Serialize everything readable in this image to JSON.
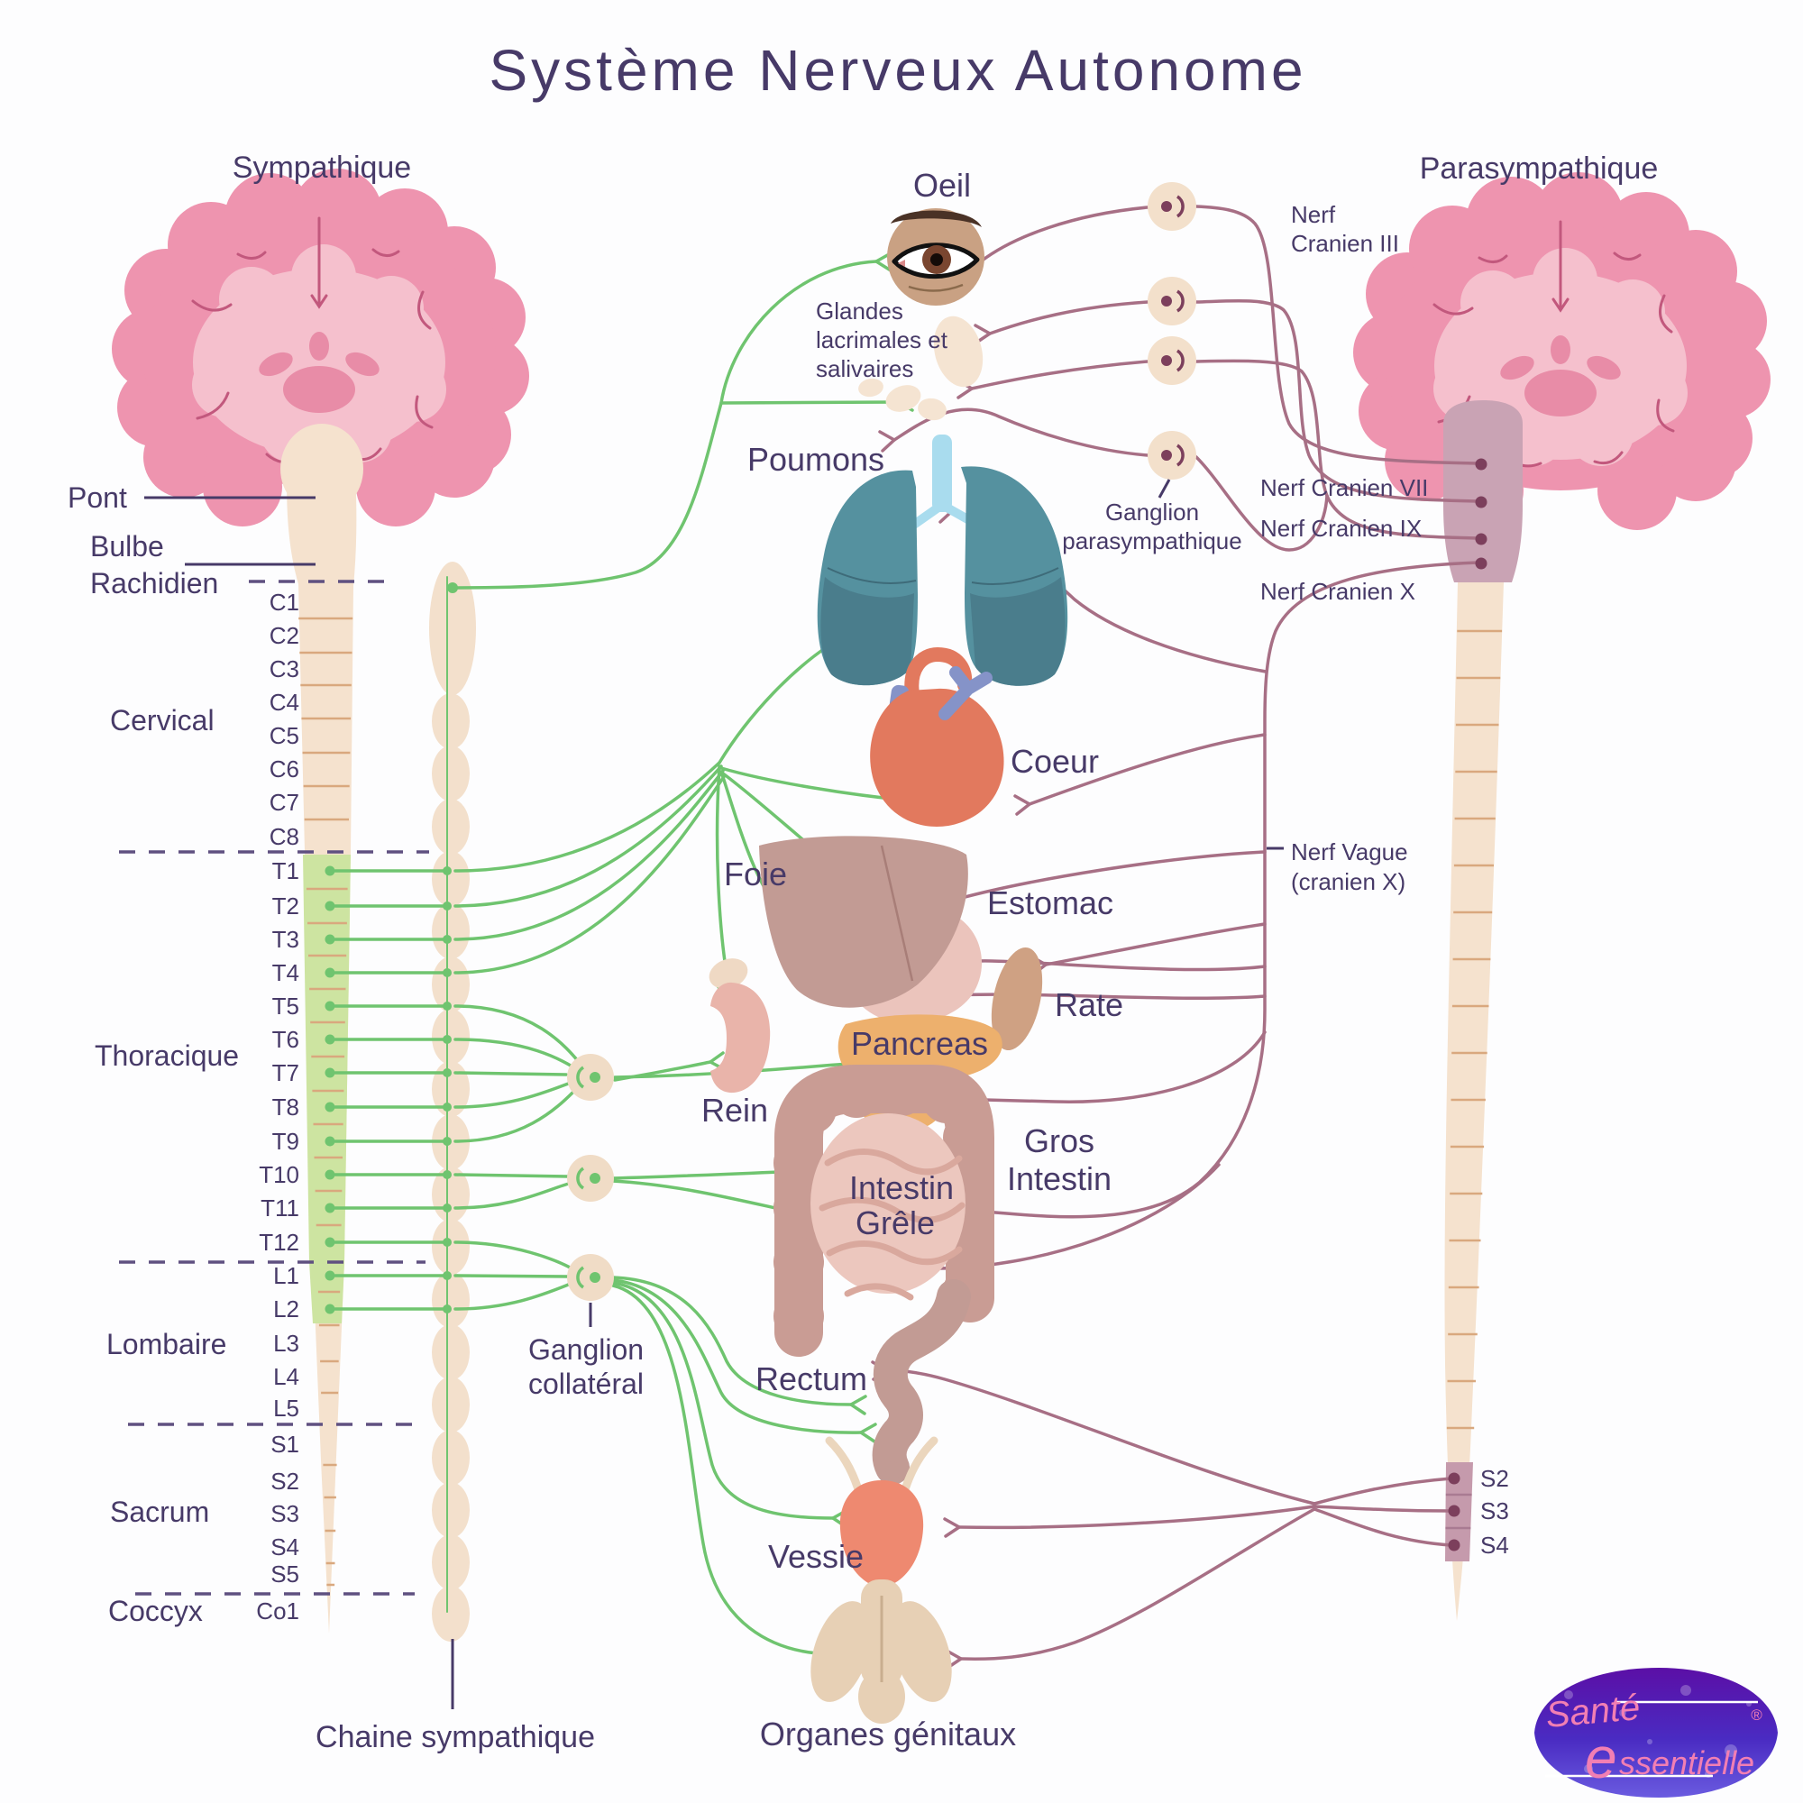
{
  "title": "Système Nerveux Autonome",
  "left_panel": {
    "heading": "Sympathique",
    "pont": "Pont",
    "bulbe_line1": "Bulbe",
    "bulbe_line2": "Rachidien",
    "region_cervical": "Cervical",
    "region_thoracic": "Thoracique",
    "region_lumbar": "Lombaire",
    "region_sacral": "Sacrum",
    "region_coccyx": "Coccyx",
    "segments": {
      "cervical": [
        "C1",
        "C2",
        "C3",
        "C4",
        "C5",
        "C6",
        "C7",
        "C8"
      ],
      "thoracic": [
        "T1",
        "T2",
        "T3",
        "T4",
        "T5",
        "T6",
        "T7",
        "T8",
        "T9",
        "T10",
        "T11",
        "T12"
      ],
      "lumbar": [
        "L1",
        "L2",
        "L3",
        "L4",
        "L5"
      ],
      "sacral": [
        "S1",
        "S2",
        "S3",
        "S4",
        "S5"
      ],
      "coccygeal": [
        "Co1"
      ]
    },
    "chain_label": "Chaine sympathique",
    "collateral_line1": "Ganglion",
    "collateral_line2": "collatéral"
  },
  "right_panel": {
    "heading": "Parasympathique",
    "nerf_iii_line1": "Nerf",
    "nerf_iii_line2": "Cranien III",
    "nerf_vii": "Nerf Cranien VII",
    "nerf_ix": "Nerf Cranien IX",
    "nerf_x": "Nerf Cranien X",
    "ganglion_line1": "Ganglion",
    "ganglion_line2": "parasympathique",
    "vague_line1": "Nerf Vague",
    "vague_line2": "(cranien X)",
    "sacral_segments": [
      "S2",
      "S3",
      "S4"
    ]
  },
  "organs": {
    "eye": "Oeil",
    "glands_line1": "Glandes",
    "glands_line2": "lacrimales et",
    "glands_line3": "salivaires",
    "lungs": "Poumons",
    "heart": "Coeur",
    "liver": "Foie",
    "stomach": "Estomac",
    "spleen": "Rate",
    "pancreas": "Pancreas",
    "kidney": "Rein",
    "small_intestine_line1": "Intestin",
    "small_intestine_line2": "Grêle",
    "large_intestine_line1": "Gros",
    "large_intestine_line2": "Intestin",
    "rectum": "Rectum",
    "bladder": "Vessie",
    "genitals": "Organes génitaux"
  },
  "logo": {
    "line1": "Santé",
    "line2": "essentielle",
    "registered": "®"
  },
  "colors": {
    "sympathetic_green": "#6FC46F",
    "parasympathetic_mauve": "#A76F85",
    "text_purple": "#473A68",
    "highlight_green": "#CDE4A1",
    "cord_beige": "#F5E2CE",
    "brain_pink": "#EE94AF"
  }
}
